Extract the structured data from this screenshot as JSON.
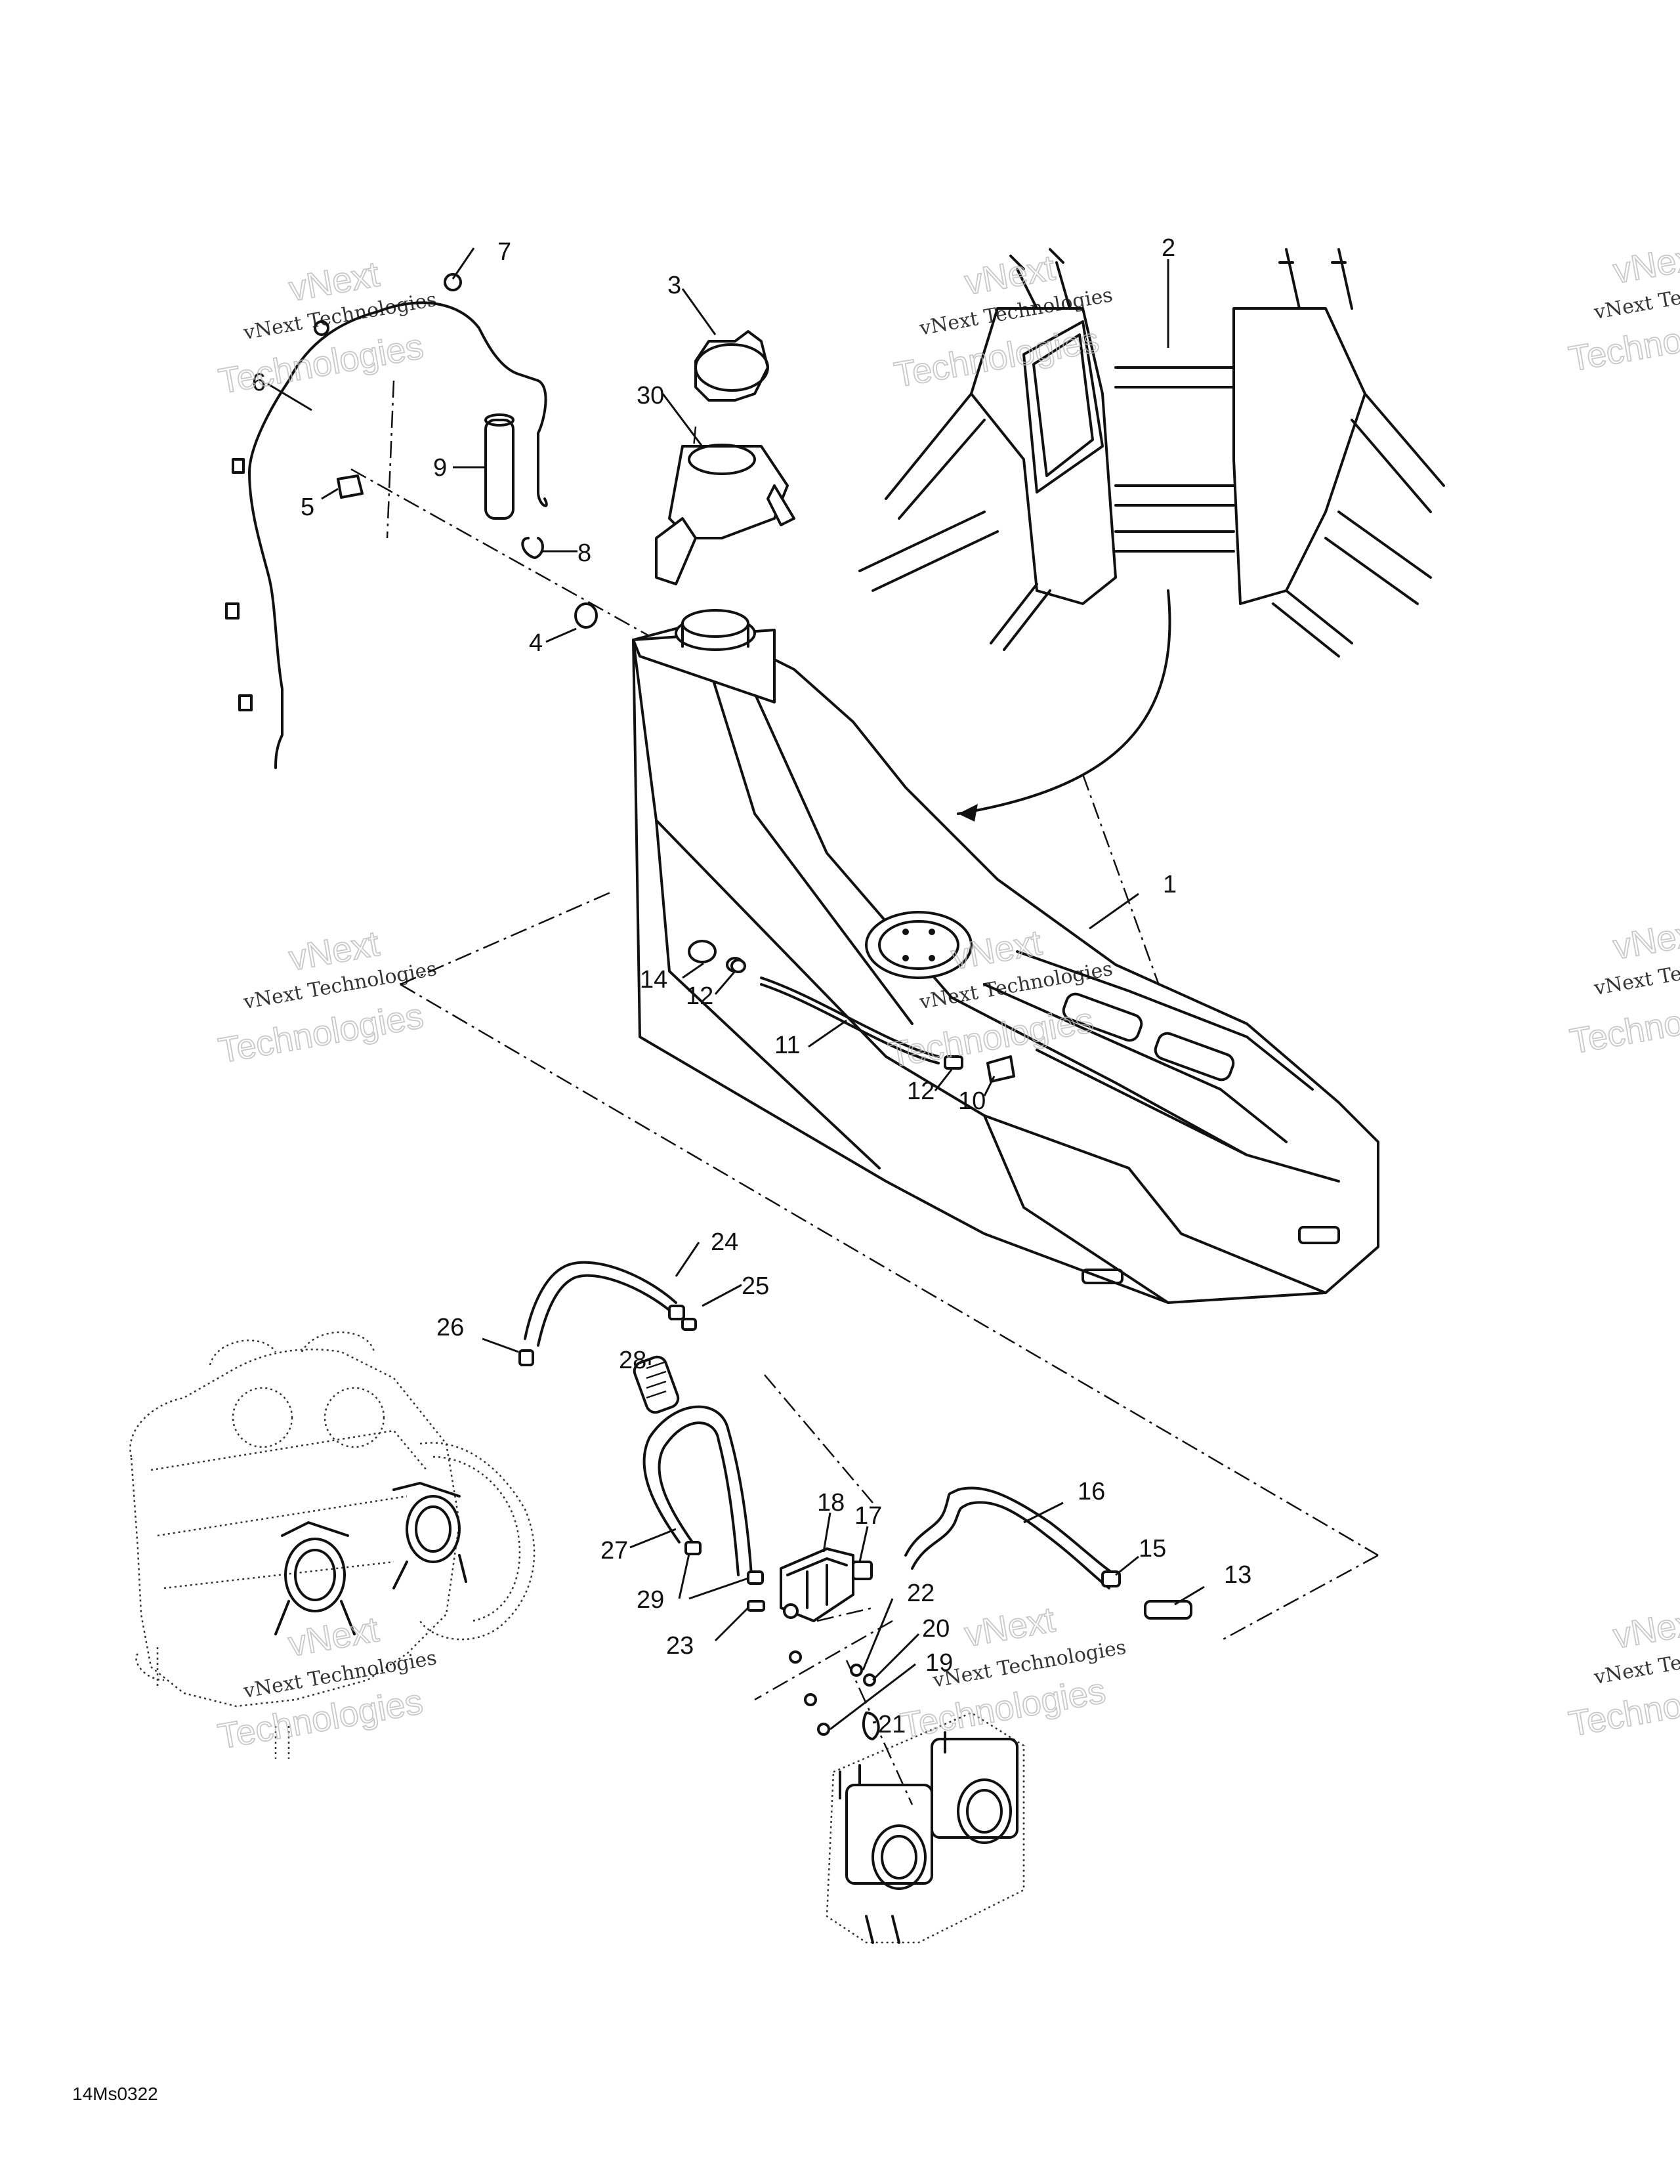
{
  "diagram": {
    "drawing_code": "14Ms0322",
    "callouts": [
      "1",
      "2",
      "3",
      "4",
      "5",
      "6",
      "7",
      "8",
      "9",
      "10",
      "11",
      "12",
      "12",
      "13",
      "14",
      "15",
      "16",
      "17",
      "18",
      "19",
      "20",
      "21",
      "22",
      "23",
      "24",
      "25",
      "26",
      "27",
      "28",
      "29",
      "30"
    ],
    "watermark": {
      "line1": "vNext",
      "line2": "vNext Technologies",
      "line3": "Technologies"
    }
  }
}
